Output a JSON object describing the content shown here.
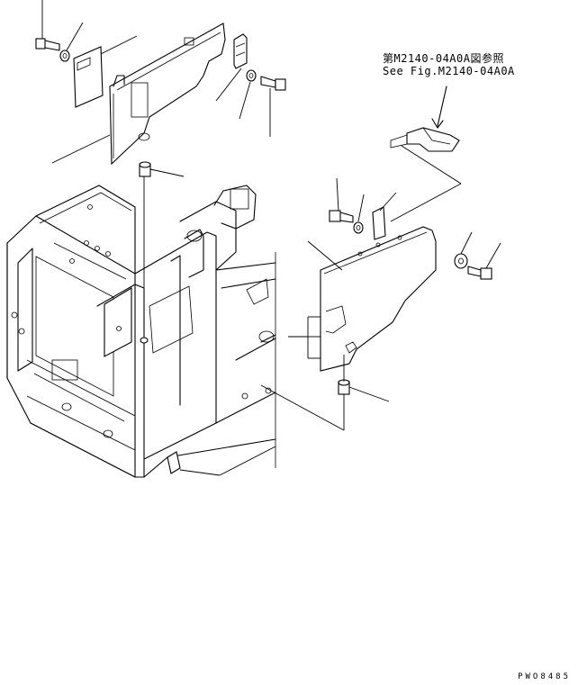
{
  "reference": {
    "japanese": "第M2140-04A0A図参照",
    "english": "See Fig.M2140-04A0A"
  },
  "drawing_code": "PWO8485",
  "colors": {
    "line": "#000000",
    "background": "#ffffff"
  }
}
